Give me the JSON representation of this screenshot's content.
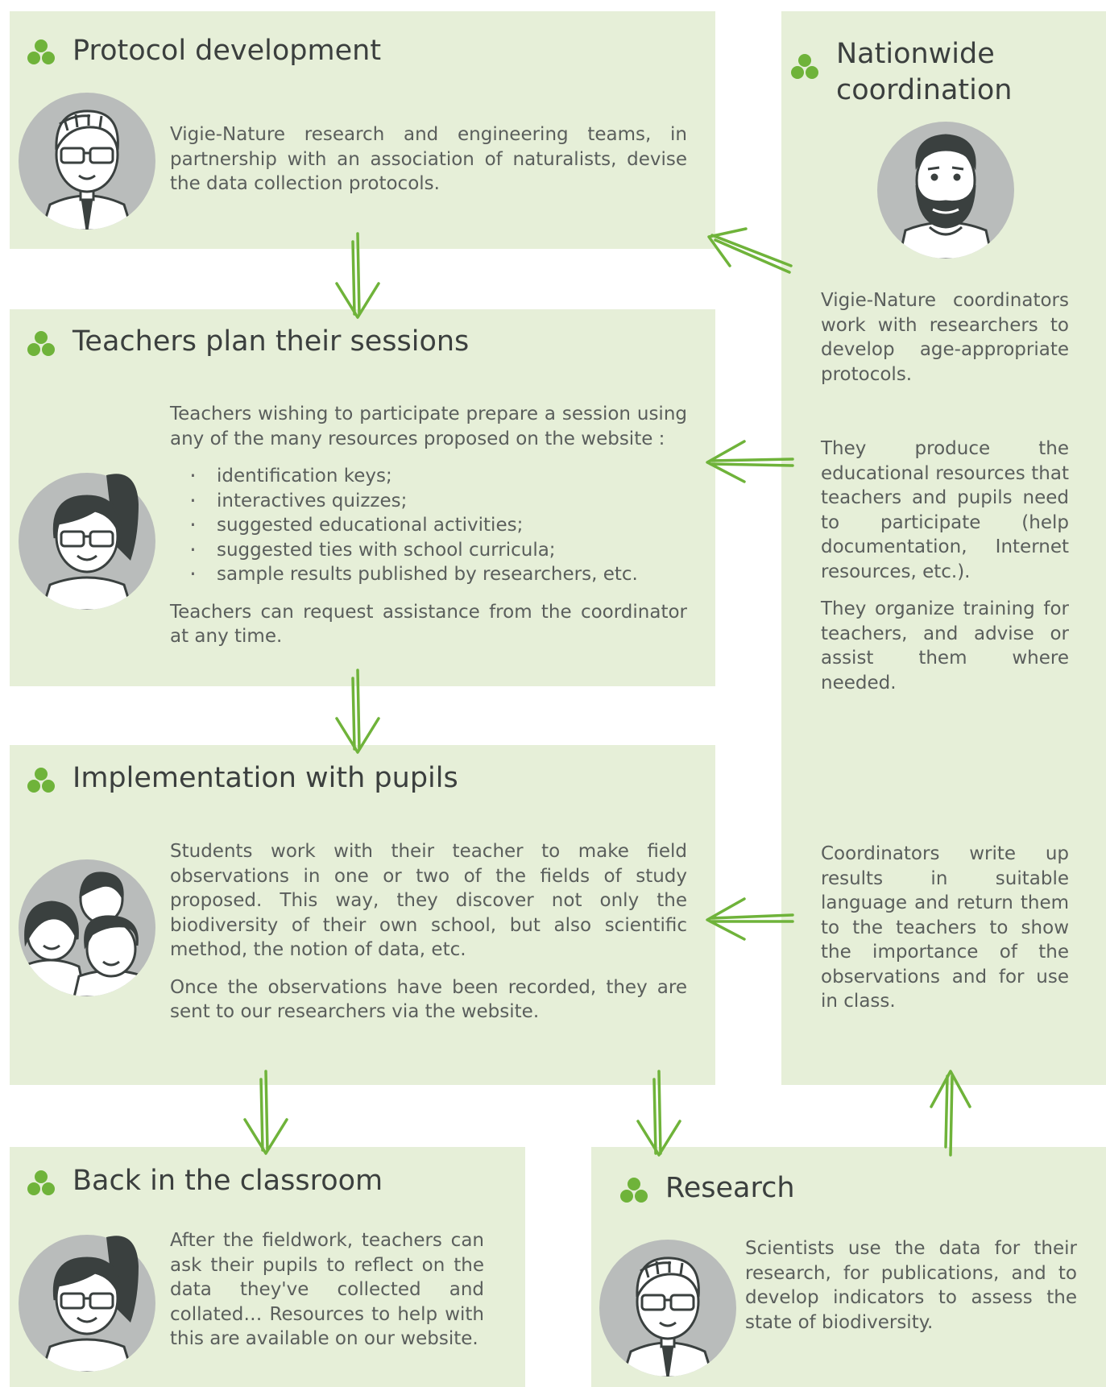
{
  "colors": {
    "panel": "#e6efd8",
    "accent": "#6fb33a",
    "avatar_bg": "#b9bcbb",
    "figure": "#3a403f"
  },
  "protocol": {
    "title": "Protocol development",
    "text": "Vigie-Nature research and engineering teams, in partnership with an association of naturalists, devise the data collection protocols."
  },
  "teachers": {
    "title": "Teachers plan their sessions",
    "intro": "Teachers wishing to participate prepare a session using any of the many resources proposed on the website :",
    "items": [
      "identification keys;",
      "interactives quizzes;",
      "suggested educational activities;",
      "suggested ties with school curricula;",
      "sample results published by researchers, etc."
    ],
    "outro": "Teachers can request assistance from the coordinator at any time."
  },
  "implementation": {
    "title": "Implementation with pupils",
    "p1": "Students work with their teacher to make field observations in one or two of the fields of study proposed. This way, they discover not only the biodiversity of their own school, but also scientific method, the notion of data, etc.",
    "p2": "Once the observations have been recorded, they are sent to our researchers via the website."
  },
  "classroom": {
    "title": "Back in the classroom",
    "text": "After the fieldwork, teachers can ask their pupils to reflect on the data they've collected and collated… Resources to help with this are available on our website."
  },
  "research": {
    "title": "Research",
    "text": "Scientists use the data for their research, for publications, and to develop indicators to assess the state of biodiversity."
  },
  "coordination": {
    "title_line1": "Nationwide",
    "title_line2": "coordination",
    "p1": "Vigie-Nature coordinators work with researchers to develop age-appropriate protocols.",
    "p2": "They produce the educational resources that teachers and pupils need to participate (help documentation, Internet resources, etc.).",
    "p3": "They organize training for teachers, and advise or assist them where needed.",
    "p4": "Coordinators write up results in suitable language and return them to the teachers to show the importance of the observations and for use in class."
  }
}
